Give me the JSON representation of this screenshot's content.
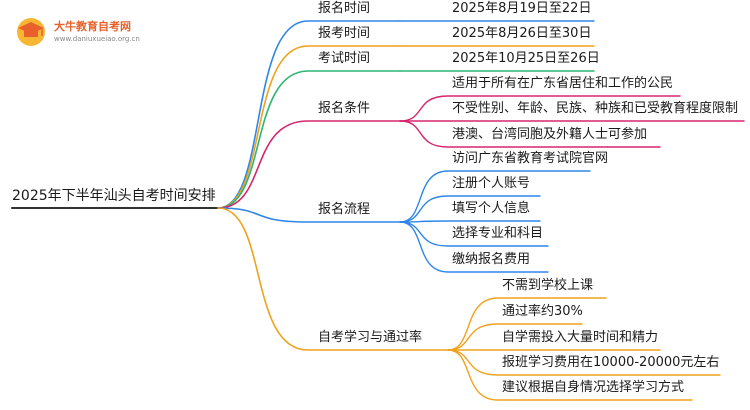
{
  "brand": {
    "title": "大牛教育自考网",
    "url": "www.daniuxueiao.org.cn"
  },
  "root": "2025年下半年汕头自考时间安排",
  "branches": [
    {
      "label": "报名时间",
      "color": "#2f86e8",
      "children": [
        "2025年8月19日至22日"
      ]
    },
    {
      "label": "报考时间",
      "color": "#f0a21c",
      "children": [
        "2025年8月26日至30日"
      ]
    },
    {
      "label": "考试时间",
      "color": "#2bb673",
      "children": [
        "2025年10月25日至26日"
      ]
    },
    {
      "label": "报名条件",
      "color": "#d6266e",
      "children": [
        "适用于所有在广东省居住和工作的公民",
        "不受性别、年龄、民族、种族和已受教育程度限制",
        "港澳、台湾同胞及外籍人士可参加"
      ]
    },
    {
      "label": "报名流程",
      "color": "#2f86e8",
      "children": [
        "访问广东省教育考试院官网",
        "注册个人账号",
        "填写个人信息",
        "选择专业和科目",
        "缴纳报名费用"
      ]
    },
    {
      "label": "自考学习与通过率",
      "color": "#f0a21c",
      "children": [
        "不需到学校上课",
        "通过率约30%",
        "自学需投入大量时间和精力",
        "报班学习费用在10000-20000元左右",
        "建议根据自身情况选择学习方式"
      ]
    }
  ]
}
